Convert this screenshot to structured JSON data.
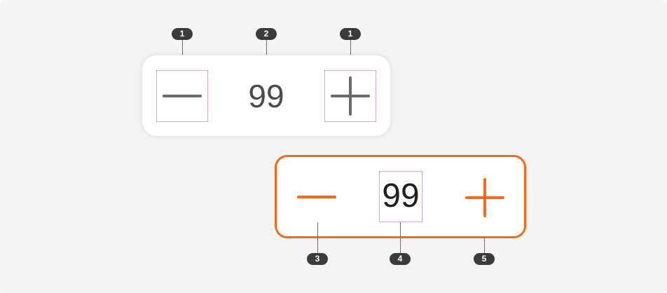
{
  "colors": {
    "background": "#f4f4f4",
    "surface": "#ffffff",
    "accent": "#f56a12",
    "default_icon": "#6b6b6b",
    "hit_area_outline": "#c9a8f2",
    "marker": "#3b3b3b"
  },
  "stepper_default": {
    "value": "99",
    "decrement_icon": "minus-icon",
    "increment_icon": "plus-icon"
  },
  "stepper_active": {
    "value": "99",
    "decrement_icon": "minus-icon",
    "increment_icon": "plus-icon"
  },
  "markers": {
    "decrement_button": "1",
    "value": "2",
    "increment_button": "1",
    "container": "3",
    "value_text": "4",
    "accent_icon": "5"
  }
}
